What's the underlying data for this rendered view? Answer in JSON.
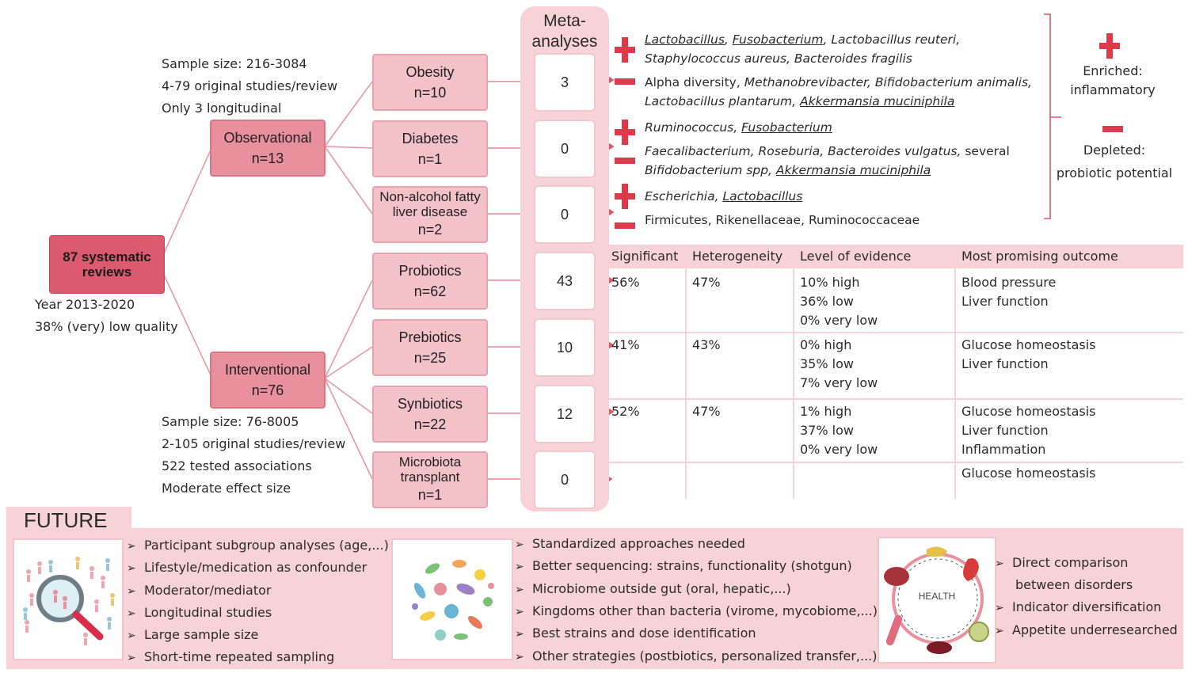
{
  "root": {
    "label": "87 systematic reviews",
    "notes": [
      "Year 2013-2020",
      "38% (very) low quality"
    ]
  },
  "observational": {
    "label": "Observational",
    "n": "n=13",
    "notes": [
      "Sample size: 216-3084",
      "4-79 original studies/review",
      "Only 3 longitudinal"
    ]
  },
  "interventional": {
    "label": "Interventional",
    "n": "n=76",
    "notes": [
      "Sample size: 76-8005",
      "2-105 original studies/review",
      "522 tested associations",
      "Moderate effect size"
    ]
  },
  "leaves": [
    {
      "label": "Obesity",
      "n": "n=10",
      "meta": "3"
    },
    {
      "label": "Diabetes",
      "n": "n=1",
      "meta": "0"
    },
    {
      "label": "Non-alcohol fatty liver disease",
      "n": "n=2",
      "meta": "0"
    },
    {
      "label": "Probiotics",
      "n": "n=62",
      "meta": "43"
    },
    {
      "label": "Prebiotics",
      "n": "n=25",
      "meta": "10"
    },
    {
      "label": "Synbiotics",
      "n": "n=22",
      "meta": "12"
    },
    {
      "label": "Microbiota transplant",
      "n": "n=1",
      "meta": "0"
    }
  ],
  "meta_header": "Meta-analyses",
  "microbes": {
    "obesity_plus_1": [
      "Lactobacillus",
      ", ",
      "Fusobacterium",
      ", Lactobacillus reuteri,"
    ],
    "obesity_plus_2": "Staphylococcus aureus, Bacteroides fragilis",
    "obesity_minus_1": [
      "Alpha diversity, ",
      "Methanobrevibacter, Bifidobacterium animalis,"
    ],
    "obesity_minus_2": [
      "Lactobacillus plantarum, ",
      "Akkermansia muciniphila"
    ],
    "diabetes_plus": [
      "Ruminococcus, ",
      "Fusobacterium"
    ],
    "diabetes_minus_1": [
      "Faecalibacterium, Roseburia, Bacteroides vulgatus,",
      " several"
    ],
    "diabetes_minus_2": [
      "Bifidobacterium spp, ",
      "Akkermansia muciniphila"
    ],
    "nafld_plus": [
      "Escherichia, ",
      "Lactobacillus"
    ],
    "nafld_minus": "Firmicutes, Rikenellaceae, Ruminococcaceae"
  },
  "legend": {
    "enriched_1": "Enriched:",
    "enriched_2": "inflammatory",
    "depleted_1": "Depleted:",
    "depleted_2": "probiotic potential"
  },
  "table": {
    "headers": [
      "Significant",
      "Heterogeneity",
      "Level of evidence",
      "Most promising outcome"
    ],
    "rows": [
      {
        "sig": "56%",
        "het": "47%",
        "evidence": "10% high\n36% low\n0% very low",
        "outcome": "Blood pressure\nLiver function"
      },
      {
        "sig": "41%",
        "het": "43%",
        "evidence": "0% high\n35% low\n7% very low",
        "outcome": "Glucose homeostasis\nLiver function"
      },
      {
        "sig": "52%",
        "het": "47%",
        "evidence": "1% high\n37% low\n0% very low",
        "outcome": "Glucose homeostasis\nLiver function\nInflammation"
      },
      {
        "sig": "",
        "het": "",
        "evidence": "",
        "outcome": "Glucose homeostasis"
      }
    ]
  },
  "future": {
    "title": "FUTURE",
    "col1": [
      "Participant subgroup analyses (age,...)",
      "Lifestyle/medication as confounder",
      "Moderator/mediator",
      "Longitudinal studies",
      "Large sample size",
      "Short-time repeated sampling"
    ],
    "col2": [
      "Standardized approaches needed",
      "Better sequencing: strains, functionality (shotgun)",
      "Microbiome outside gut (oral, hepatic,...)",
      "Kingdoms other than bacteria (virome, mycobiome,...)",
      "Best strains and dose identification",
      "Other strategies (postbiotics, personalized transfer,...)"
    ],
    "col3": [
      "Direct comparison",
      "between disorders",
      "Indicator diversification",
      "Appetite underresearched"
    ],
    "health_label": "HEALTH"
  },
  "colors": {
    "accent": "#dc3b4c",
    "pink_light": "#f7d3d7",
    "root": "#db5a6e"
  }
}
